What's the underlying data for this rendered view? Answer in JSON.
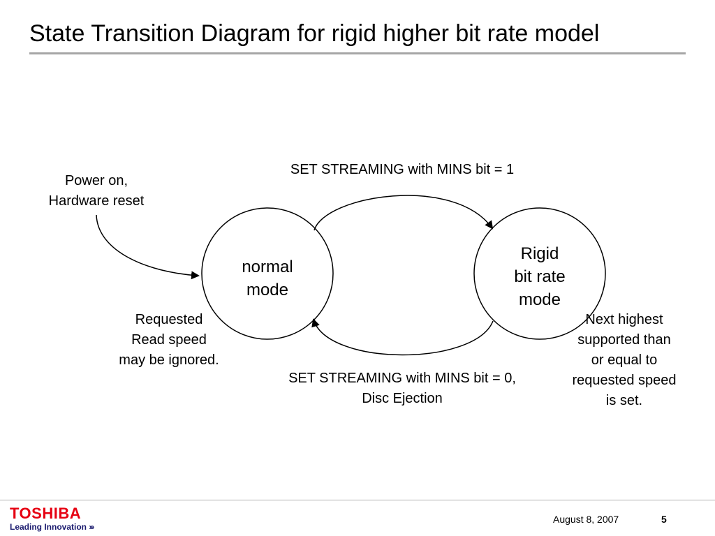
{
  "slide": {
    "title": "State Transition Diagram for rigid higher bit rate model"
  },
  "diagram": {
    "states": {
      "normal": {
        "line1": "normal",
        "line2": "mode"
      },
      "rigid": {
        "line1": "Rigid",
        "line2": "bit rate",
        "line3": "mode"
      }
    },
    "initial_label": {
      "line1": "Power on,",
      "line2": "Hardware reset"
    },
    "transition_to_rigid": "SET STREAMING with MINS bit = 1",
    "transition_to_normal": {
      "line1": "SET STREAMING with MINS bit = 0,",
      "line2": "Disc Ejection"
    },
    "note_normal": {
      "line1": "Requested",
      "line2": "Read speed",
      "line3": "may be ignored."
    },
    "note_rigid": {
      "line1": "Next highest",
      "line2": "supported than",
      "line3": "or equal to",
      "line4": "requested speed",
      "line5": "is set."
    }
  },
  "footer": {
    "logo_text": "TOSHIBA",
    "tagline": "Leading Innovation",
    "tagline_chevrons": "›››",
    "date": "August 8, 2007",
    "page_number": "5"
  },
  "colors": {
    "logo_red": "#e60012",
    "tagline_navy": "#1a1a6e",
    "rule_gray": "#a6a6a6"
  }
}
